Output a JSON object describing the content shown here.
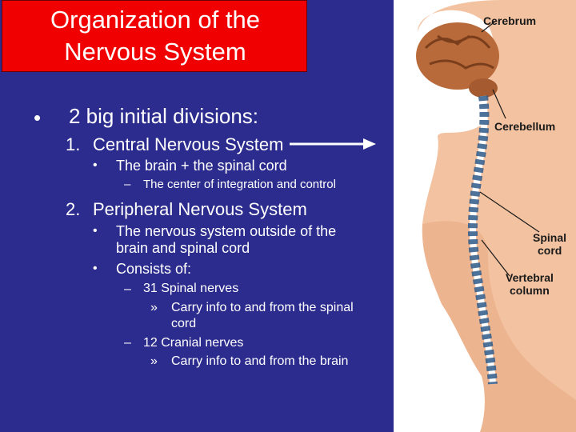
{
  "slide": {
    "title": "Organization of the\nNervous System",
    "main_bullet": "2 big initial divisions:",
    "bullet_symbol": "•",
    "dash_symbol": "–",
    "sub_symbol": "»",
    "items": [
      {
        "number": "1.",
        "label": "Central Nervous System",
        "sub_bullet": "The brain + the spinal cord",
        "dash_text": "The center of integration and control"
      },
      {
        "number": "2.",
        "label": "Peripheral Nervous System",
        "sub_bullet_1_line1": "The nervous system outside of the",
        "sub_bullet_1_line2": "brain and spinal cord",
        "sub_bullet_2": "Consists of:",
        "dash_1": "31 Spinal nerves",
        "dash_1_sub_line1": "Carry info to and from the spinal",
        "dash_1_sub_line2": "cord",
        "dash_2": "12 Cranial nerves",
        "dash_2_sub": "Carry info to and from the brain"
      }
    ]
  },
  "figure": {
    "labels": {
      "cerebrum": "Cerebrum",
      "cerebellum": "Cerebellum",
      "spinal_cord_line1": "Spinal",
      "spinal_cord_line2": "cord",
      "vertebral_column_line1": "Vertebral",
      "vertebral_column_line2": "column"
    }
  },
  "colors": {
    "background": "#2c2c8e",
    "title_box": "#f00000",
    "text": "#ffffff"
  }
}
